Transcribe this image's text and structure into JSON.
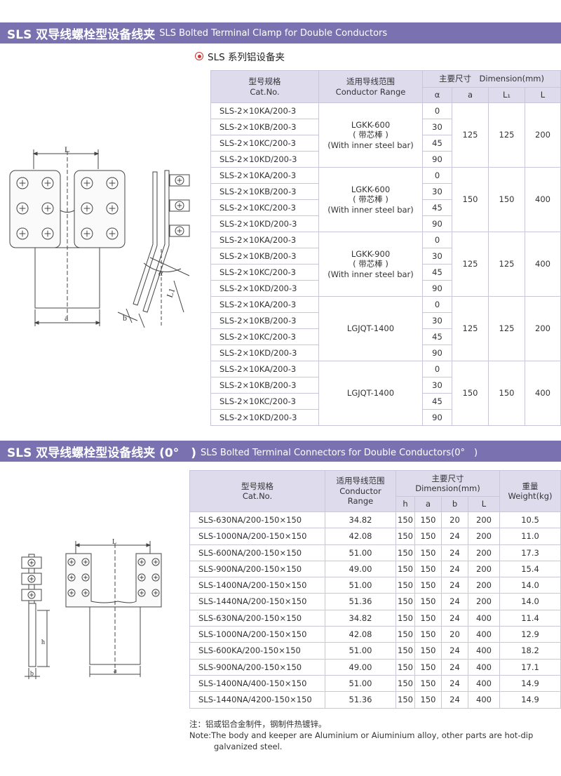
{
  "section1": {
    "banner_cn": "SLS 双导线螺栓型设备线夹",
    "banner_en": "SLS Bolted Terminal Clamp for Double Conductors",
    "subtitle": "SLS 系列铝设备夹",
    "drawing_labels": {
      "L": "L",
      "a": "a",
      "alpha": "α",
      "L1": "L1",
      "b": "b"
    },
    "table": {
      "h_cat_cn": "型号规格",
      "h_cat_en": "Cat.No.",
      "h_range_cn": "适用导线范围",
      "h_range_en": "Conductor Range",
      "h_dim": "主要尺寸　Dimension(mm)",
      "h_alpha": "α",
      "h_a": "a",
      "h_L1": "L₁",
      "h_L": "L",
      "groups": [
        {
          "range": [
            "LGKK-600",
            "( 带芯棒 )",
            "(With inner steel bar)"
          ],
          "a": "125",
          "L1": "125",
          "L": "200",
          "rows": [
            {
              "cat": "SLS-2×10KA/200-3",
              "alpha": "0"
            },
            {
              "cat": "SLS-2×10KB/200-3",
              "alpha": "30"
            },
            {
              "cat": "SLS-2×10KC/200-3",
              "alpha": "45"
            },
            {
              "cat": "SLS-2×10KD/200-3",
              "alpha": "90"
            }
          ]
        },
        {
          "range": [
            "LGKK-600",
            "( 带芯棒 )",
            "(With inner steel bar)"
          ],
          "a": "150",
          "L1": "150",
          "L": "400",
          "rows": [
            {
              "cat": "SLS-2×10KA/200-3",
              "alpha": "0"
            },
            {
              "cat": "SLS-2×10KB/200-3",
              "alpha": "30"
            },
            {
              "cat": "SLS-2×10KC/200-3",
              "alpha": "45"
            },
            {
              "cat": "SLS-2×10KD/200-3",
              "alpha": "90"
            }
          ]
        },
        {
          "range": [
            "LGKK-900",
            "( 带芯棒 )",
            "(With inner steel bar)"
          ],
          "a": "125",
          "L1": "125",
          "L": "400",
          "rows": [
            {
              "cat": "SLS-2×10KA/200-3",
              "alpha": "0"
            },
            {
              "cat": "SLS-2×10KB/200-3",
              "alpha": "30"
            },
            {
              "cat": "SLS-2×10KC/200-3",
              "alpha": "45"
            },
            {
              "cat": "SLS-2×10KD/200-3",
              "alpha": "90"
            }
          ]
        },
        {
          "range": [
            "LGJQT-1400"
          ],
          "a": "125",
          "L1": "125",
          "L": "200",
          "rows": [
            {
              "cat": "SLS-2×10KA/200-3",
              "alpha": "0"
            },
            {
              "cat": "SLS-2×10KB/200-3",
              "alpha": "30"
            },
            {
              "cat": "SLS-2×10KC/200-3",
              "alpha": "45"
            },
            {
              "cat": "SLS-2×10KD/200-3",
              "alpha": "90"
            }
          ]
        },
        {
          "range": [
            "LGJQT-1400"
          ],
          "a": "150",
          "L1": "150",
          "L": "400",
          "rows": [
            {
              "cat": "SLS-2×10KA/200-3",
              "alpha": "0"
            },
            {
              "cat": "SLS-2×10KB/200-3",
              "alpha": "30"
            },
            {
              "cat": "SLS-2×10KC/200-3",
              "alpha": "45"
            },
            {
              "cat": "SLS-2×10KD/200-3",
              "alpha": "90"
            }
          ]
        }
      ]
    }
  },
  "section2": {
    "banner_cn": "SLS 双导线螺栓型设备线夹 (0°　)",
    "banner_en": "SLS Bolted Terminal Connectors for Double Conductors(0°　)",
    "drawing_labels": {
      "L": "L",
      "a": "a",
      "h": "h",
      "b": "b"
    },
    "table": {
      "h_cat_cn": "型号规格",
      "h_cat_en": "Cat.No.",
      "h_range_cn": "适用导线范围",
      "h_range_en1": "Conductor",
      "h_range_en2": "Range",
      "h_dim_cn": "主要尺寸",
      "h_dim_en": "Dimension(mm)",
      "h_weight_cn": "重量",
      "h_weight_en": "Weight(kg)",
      "h_h": "h",
      "h_a": "a",
      "h_b": "b",
      "h_L": "L",
      "rows": [
        {
          "cat": "SLS-630NA/200-150×150",
          "range": "34.82",
          "h": "150",
          "a": "150",
          "b": "20",
          "L": "200",
          "w": "10.5"
        },
        {
          "cat": "SLS-1000NA/200-150×150",
          "range": "42.08",
          "h": "150",
          "a": "150",
          "b": "24",
          "L": "200",
          "w": "11.0"
        },
        {
          "cat": "SLS-600NA/200-150×150",
          "range": "51.00",
          "h": "150",
          "a": "150",
          "b": "24",
          "L": "200",
          "w": "17.3"
        },
        {
          "cat": "SLS-900NA/200-150×150",
          "range": "49.00",
          "h": "150",
          "a": "150",
          "b": "24",
          "L": "200",
          "w": "15.4"
        },
        {
          "cat": "SLS-1400NA/200-150×150",
          "range": "51.00",
          "h": "150",
          "a": "150",
          "b": "24",
          "L": "200",
          "w": "14.0"
        },
        {
          "cat": "SLS-1440NA/200-150×150",
          "range": "51.36",
          "h": "150",
          "a": "150",
          "b": "24",
          "L": "200",
          "w": "14.0"
        },
        {
          "cat": "SLS-630NA/200-150×150",
          "range": "34.82",
          "h": "150",
          "a": "150",
          "b": "24",
          "L": "400",
          "w": "11.4"
        },
        {
          "cat": "SLS-1000NA/200-150×150",
          "range": "42.08",
          "h": "150",
          "a": "150",
          "b": "20",
          "L": "400",
          "w": "12.9"
        },
        {
          "cat": "SLS-600KA/200-150×150",
          "range": "51.00",
          "h": "150",
          "a": "150",
          "b": "24",
          "L": "400",
          "w": "18.2"
        },
        {
          "cat": "SLS-900NA/200-150×150",
          "range": "49.00",
          "h": "150",
          "a": "150",
          "b": "24",
          "L": "400",
          "w": "17.1"
        },
        {
          "cat": "SLS-1400NA/400-150×150",
          "range": "51.00",
          "h": "150",
          "a": "150",
          "b": "24",
          "L": "400",
          "w": "14.9"
        },
        {
          "cat": "SLS-1440NA/4200-150×150",
          "range": "51.36",
          "h": "150",
          "a": "150",
          "b": "24",
          "L": "400",
          "w": "14.9"
        }
      ]
    },
    "note1": "注：铝或铝合金制件，钢制件热镀锌。",
    "note2": "Note:The body and keeper are Aluminium or Aiuminium alloy, other parts are hot-dip",
    "note3": "galvanized steel."
  },
  "colors": {
    "banner": "#7a72b0",
    "header_fill": "#dedbed",
    "bullet": "#cc3333"
  }
}
